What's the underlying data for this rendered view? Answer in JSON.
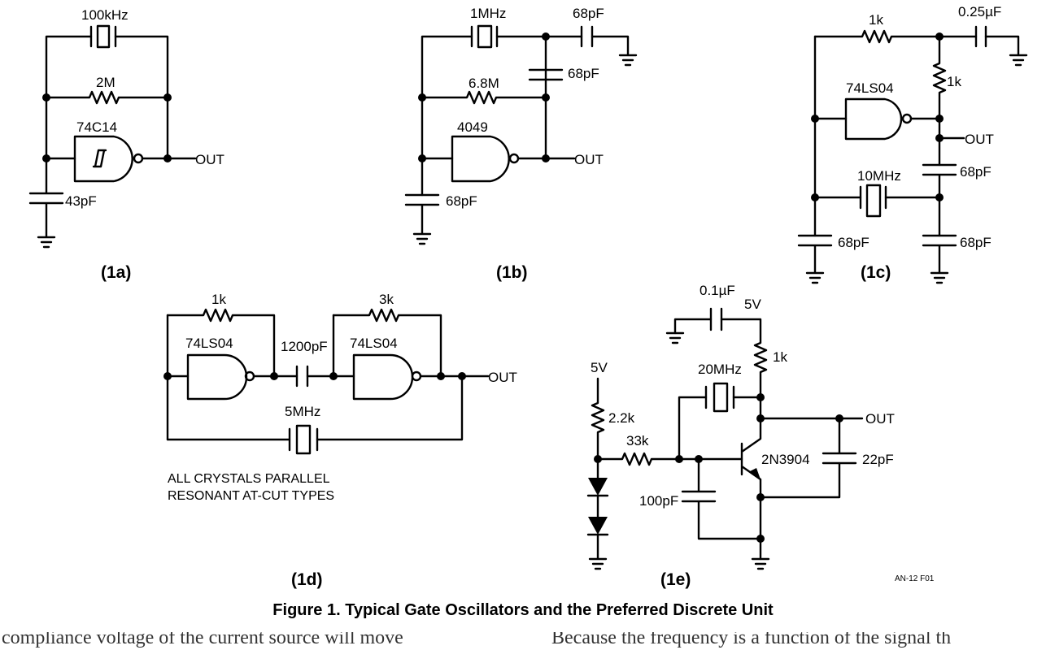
{
  "circuits": {
    "c1a": {
      "subtitle": "(1a)",
      "crystal": "100kHz",
      "resistor": "2M",
      "gate": "74C14",
      "cap": "43pF",
      "out": "OUT"
    },
    "c1b": {
      "subtitle": "(1b)",
      "crystal": "1MHz",
      "cap_top": "68pF",
      "cap_mid": "68pF",
      "resistor": "6.8M",
      "gate": "4049",
      "cap_bottom": "68pF",
      "out": "OUT"
    },
    "c1c": {
      "subtitle": "(1c)",
      "resistor_top": "1k",
      "cap_top": "0.25µF",
      "resistor_side": "1k",
      "gate": "74LS04",
      "out": "OUT",
      "cap_right_mid": "68pF",
      "crystal": "10MHz",
      "cap_left_bottom": "68pF",
      "cap_right_bottom": "68pF"
    },
    "c1d": {
      "subtitle": "(1d)",
      "resistor_left": "1k",
      "resistor_right": "3k",
      "gate_left": "74LS04",
      "gate_right": "74LS04",
      "cap": "1200pF",
      "crystal": "5MHz",
      "out": "OUT",
      "note_line1": "ALL CRYSTALS PARALLEL",
      "note_line2": "RESONANT AT-CUT TYPES"
    },
    "c1e": {
      "subtitle": "(1e)",
      "cap_top": "0.1µF",
      "supply_top": "5V",
      "resistor_collector": "1k",
      "supply_left": "5V",
      "resistor_bias": "2.2k",
      "crystal": "20MHz",
      "resistor_base": "33k",
      "transistor": "2N3904",
      "out": "OUT",
      "cap_feedback": "22pF",
      "cap_base": "100pF"
    }
  },
  "figure_id": "AN-12 F01",
  "caption": "Figure 1. Typical Gate Oscillators and the Preferred Discrete Unit",
  "body_text_left": "compliance voltage of the current source will move",
  "body_text_right": "Because the frequency is a function of the signal th"
}
